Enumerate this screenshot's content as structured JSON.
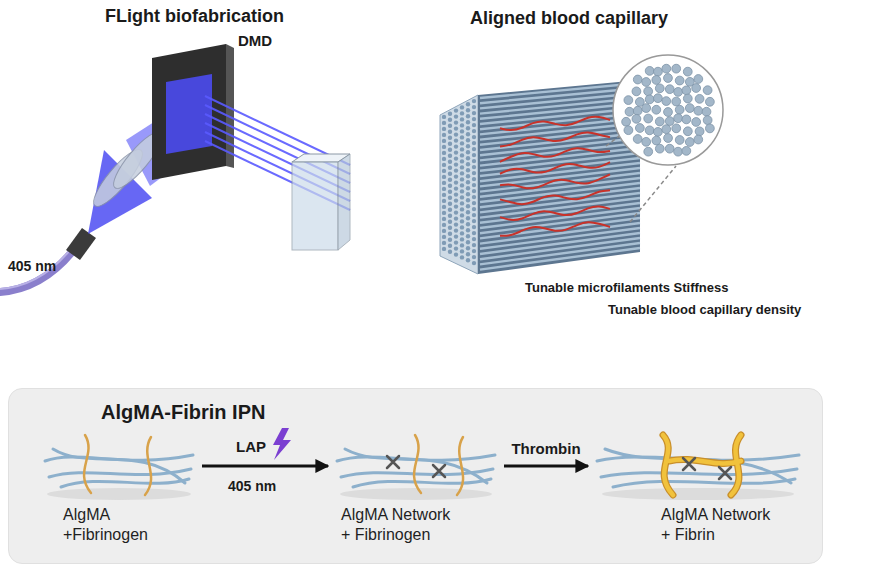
{
  "diagram": {
    "nodes": [
      {
        "text": [
          "AlgMA-Fibrin IPN"
        ]
      },
      {
        "text": [
          "AlgMA +Fibrinogen"
        ],
        "in": 0
      },
      {
        "text": [
          "AlgMA Network + Fibrinogen"
        ],
        "in": 0
      },
      {
        "text": [
          "AlgMA Network + Fibrin"
        ],
        "in": 0
      }
    ],
    "edges": [
      {
        "from": 1,
        "to": 2,
        "arrow": "to"
      },
      {
        "from": 2,
        "to": 3,
        "label": "Thrombin",
        "arrow": "to"
      }
    ],
    "labels": [
      "FLight biofabrication",
      "DMD",
      "405 nm",
      "Aligned blood capillary",
      "Tunable microfilaments Stiffness",
      "Tunable blood capillary density",
      "LAP",
      "405 nm"
    ]
  }
}
